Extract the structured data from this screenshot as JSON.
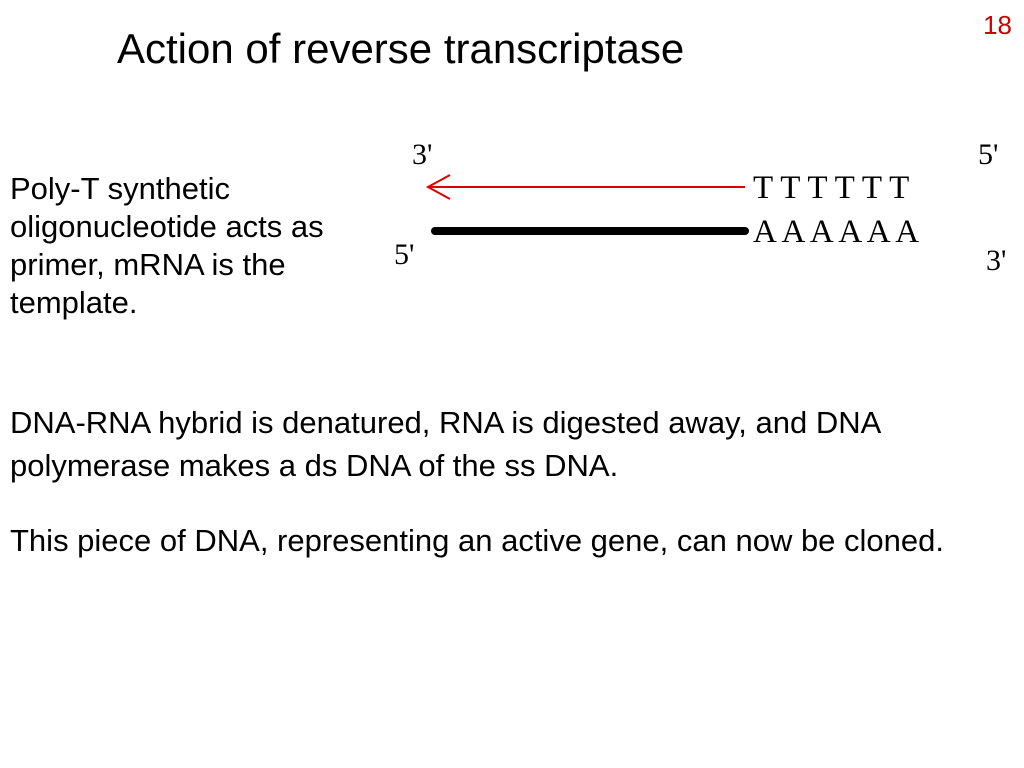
{
  "slide": {
    "number": "18",
    "title": "Action of reverse transcriptase"
  },
  "side_text": "Poly-T synthetic oligonucleotide acts as primer, mRNA is the template.",
  "paragraphs": [
    "DNA-RNA hybrid is denatured, RNA is digested away, and DNA polymerase makes a ds DNA of the ss DNA.",
    "This piece of DNA, representing an active gene, can now be cloned."
  ],
  "diagram": {
    "top_strand": {
      "left_label": "3'",
      "right_label": "5'",
      "bases": "T T T T T T"
    },
    "bottom_strand": {
      "left_label": "5'",
      "right_label": "3'",
      "bases": "A A A A A A"
    },
    "colors": {
      "new_strand_arrow": "#e00000",
      "template_strand": "#000000",
      "slide_number": "#cc0000"
    }
  }
}
